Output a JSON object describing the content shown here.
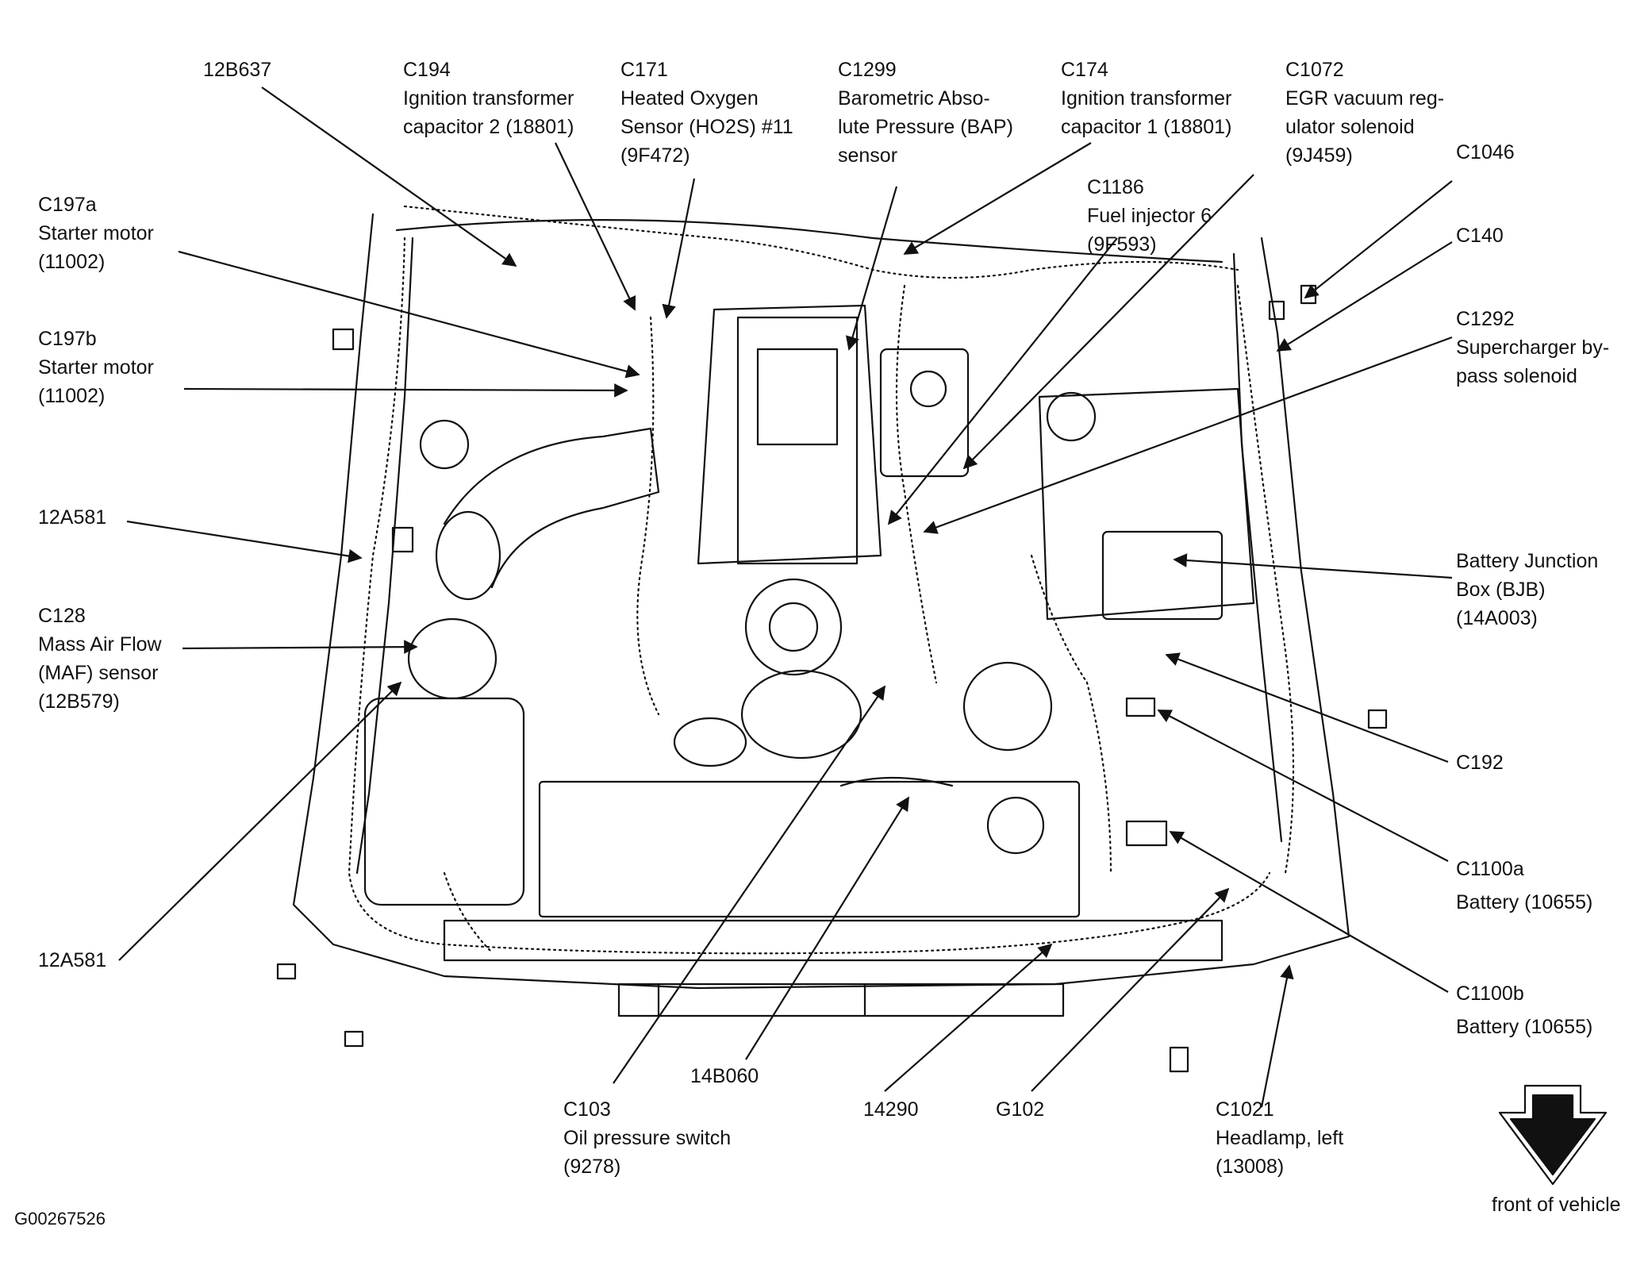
{
  "diagram_id": "G00267526",
  "orientation": "front of vehicle",
  "colors": {
    "ink": "#111111",
    "paper": "#ffffff"
  },
  "labels": [
    {
      "id": "12b637",
      "lines": [
        "12B637"
      ]
    },
    {
      "id": "c194",
      "lines": [
        "C194",
        "Ignition transformer",
        "capacitor 2 (18801)"
      ]
    },
    {
      "id": "c171",
      "lines": [
        "C171",
        "Heated Oxygen",
        "Sensor (HO2S) #11",
        "(9F472)"
      ]
    },
    {
      "id": "c1299",
      "lines": [
        "C1299",
        "Barometric Abso-",
        "lute Pressure (BAP)",
        "sensor"
      ]
    },
    {
      "id": "c174",
      "lines": [
        "C174",
        "Ignition transformer",
        "capacitor 1 (18801)"
      ]
    },
    {
      "id": "c1072",
      "lines": [
        "C1072",
        "EGR vacuum reg-",
        "ulator solenoid",
        "(9J459)"
      ]
    },
    {
      "id": "c1046",
      "lines": [
        "C1046"
      ]
    },
    {
      "id": "c1186",
      "lines": [
        "C1186",
        "Fuel injector 6",
        "(9F593)"
      ]
    },
    {
      "id": "c140",
      "lines": [
        "C140"
      ]
    },
    {
      "id": "c197a",
      "lines": [
        "C197a",
        "Starter motor",
        "(11002)"
      ]
    },
    {
      "id": "c1292",
      "lines": [
        "C1292",
        "Supercharger by-",
        "pass solenoid"
      ]
    },
    {
      "id": "c197b",
      "lines": [
        "C197b",
        "Starter motor",
        "(11002)"
      ]
    },
    {
      "id": "12a581-top",
      "lines": [
        "12A581"
      ]
    },
    {
      "id": "bjb",
      "lines": [
        "Battery Junction",
        "Box (BJB)",
        "(14A003)"
      ]
    },
    {
      "id": "c128",
      "lines": [
        "C128",
        "Mass Air Flow",
        "(MAF) sensor",
        "(12B579)"
      ]
    },
    {
      "id": "c192",
      "lines": [
        "C192"
      ]
    },
    {
      "id": "c1100a",
      "lines": [
        "C1100a",
        "Battery (10655)"
      ]
    },
    {
      "id": "12a581-bottom",
      "lines": [
        "12A581"
      ]
    },
    {
      "id": "c1100b",
      "lines": [
        "C1100b",
        "Battery (10655)"
      ]
    },
    {
      "id": "14b060",
      "lines": [
        "14B060"
      ]
    },
    {
      "id": "c103",
      "lines": [
        "C103",
        "Oil pressure switch",
        "(9278)"
      ]
    },
    {
      "id": "14290",
      "lines": [
        "14290"
      ]
    },
    {
      "id": "g102",
      "lines": [
        "G102"
      ]
    },
    {
      "id": "c1021",
      "lines": [
        "C1021",
        "Headlamp, left",
        "(13008)"
      ]
    }
  ]
}
